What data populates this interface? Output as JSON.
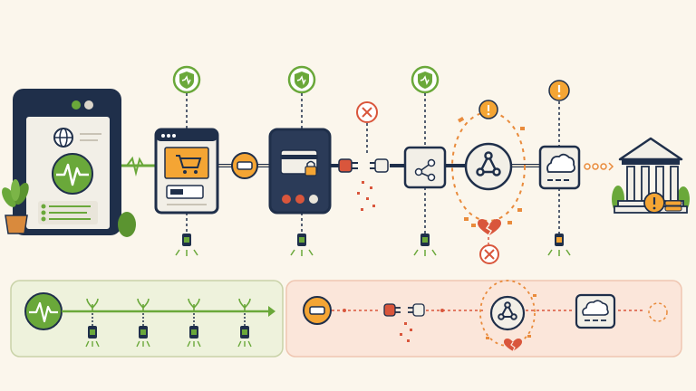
{
  "diagram": {
    "flow_top": {
      "stages": [
        {
          "name": "server-health-monitor",
          "icon": "heartbeat-server-icon",
          "status": "healthy"
        },
        {
          "name": "checkout",
          "icon": "shopping-cart-icon",
          "status": "healthy"
        },
        {
          "name": "payment",
          "icon": "lock-card-icon",
          "status": "healthy"
        },
        {
          "name": "disconnect",
          "icon": "unplugged-cable-icon",
          "status": "failed"
        },
        {
          "name": "connector-hub",
          "icon": "share-nodes-icon",
          "status": "healthy"
        },
        {
          "name": "webhook",
          "icon": "webhook-icon",
          "status": "warning"
        },
        {
          "name": "cloud-service",
          "icon": "cloud-icon",
          "status": "warning"
        },
        {
          "name": "bank",
          "icon": "bank-icon",
          "status": "destination"
        }
      ]
    },
    "panels": {
      "healthy_flow": {
        "tone": "green",
        "probe_count": 4
      },
      "broken_flow": {
        "tone": "orange"
      }
    },
    "colors": {
      "navy": "#1f2f4a",
      "green": "#6aa83a",
      "orange": "#e98b3c",
      "red": "#d9563c",
      "yellow": "#f4a534",
      "background": "#fbf6ec",
      "green_panel": "#eef2dc",
      "orange_panel": "#fbe6da"
    }
  }
}
